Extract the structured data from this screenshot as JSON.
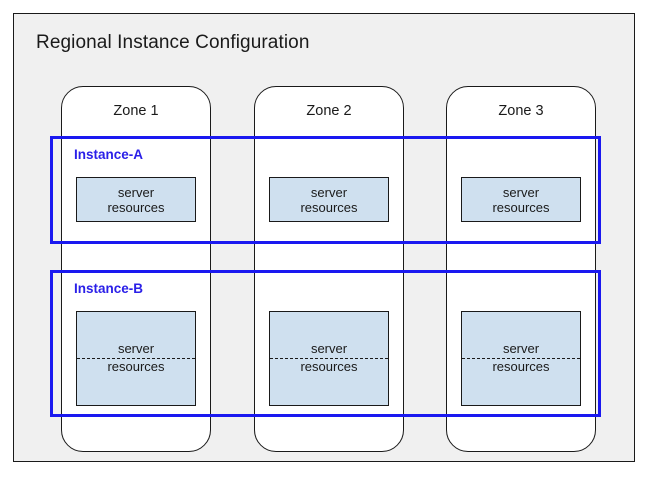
{
  "diagram": {
    "type": "architecture-block-diagram",
    "title": "Regional Instance Configuration",
    "background_color": "#f0f0f0",
    "frame_border_color": "#1a1a1a",
    "accent_color": "#1a18f0",
    "resource_fill_color": "#cfe0ef",
    "zones": [
      {
        "label": "Zone 1"
      },
      {
        "label": "Zone 2"
      },
      {
        "label": "Zone 3"
      }
    ],
    "instances": [
      {
        "label": "Instance-A",
        "style": "solid",
        "resources": [
          {
            "line1": "server",
            "line2": "resources",
            "divided": false
          },
          {
            "line1": "server",
            "line2": "resources",
            "divided": false
          },
          {
            "line1": "server",
            "line2": "resources",
            "divided": false
          }
        ]
      },
      {
        "label": "Instance-B",
        "style": "split",
        "resources": [
          {
            "line1": "server",
            "line2": "resources",
            "divided": true
          },
          {
            "line1": "server",
            "line2": "resources",
            "divided": true
          },
          {
            "line1": "server",
            "line2": "resources",
            "divided": true
          }
        ]
      }
    ]
  }
}
